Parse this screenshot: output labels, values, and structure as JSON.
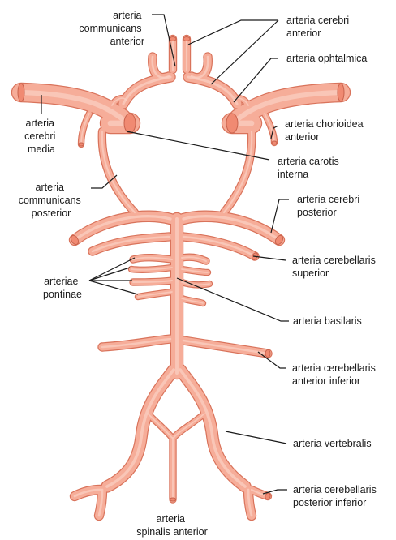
{
  "labels": {
    "communicans_anterior": [
      "arteria",
      "communicans",
      "anterior"
    ],
    "cerebri_anterior": [
      "arteria cerebri",
      "anterior"
    ],
    "ophtalmica": [
      "arteria ophtalmica"
    ],
    "cerebri_media": [
      "arteria",
      "cerebri",
      "media"
    ],
    "chorioidea_anterior": [
      "arteria chorioidea",
      "anterior"
    ],
    "carotis_interna": [
      "arteria carotis",
      "interna"
    ],
    "communicans_posterior": [
      "arteria",
      "communicans",
      "posterior"
    ],
    "cerebri_posterior": [
      "arteria cerebri",
      "posterior"
    ],
    "cerebellaris_superior": [
      "arteria cerebellaris",
      "superior"
    ],
    "pontinae": [
      "arteriae",
      "pontinae"
    ],
    "basilaris": [
      "arteria basilaris"
    ],
    "cerebellaris_anterior_inferior": [
      "arteria cerebellaris",
      "anterior inferior"
    ],
    "vertebralis": [
      "arteria vertebralis"
    ],
    "cerebellaris_posterior_inferior": [
      "arteria cerebellaris",
      "posterior inferior"
    ],
    "spinalis_anterior": [
      "arteria",
      "spinalis anterior"
    ]
  },
  "colors": {
    "vessel": "#f4a38e",
    "vessel_outline": "#d9735b",
    "vessel_highlight": "#fbd0c3",
    "text": "#1a1a1a",
    "leader_line": "#1a1a1a"
  }
}
